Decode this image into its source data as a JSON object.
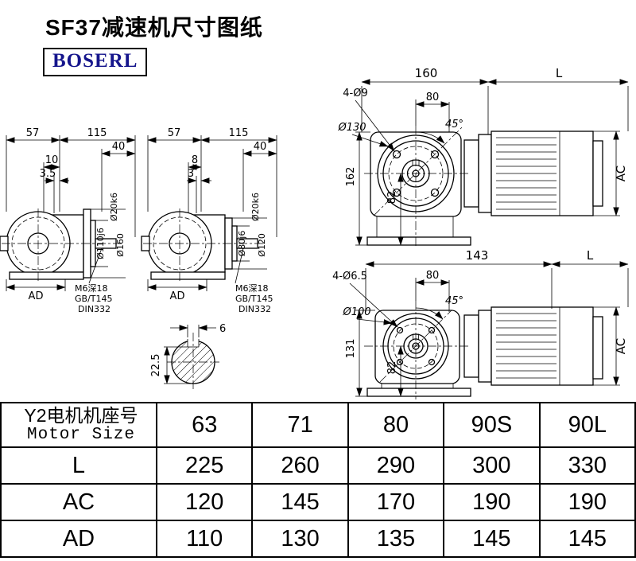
{
  "page": {
    "title": "SF37减速机尺寸图纸",
    "brand": "BOSERL"
  },
  "colors": {
    "brand_text": "#15158c",
    "line": "#000000"
  },
  "view_side_large": {
    "dim_57": "57",
    "dim_115": "115",
    "dim_40": "40",
    "dim_10": "10",
    "dim_3_5": "3.5",
    "dia_shaft": "Ø20k6",
    "dia_hub": "Ø110j6",
    "dia_flange": "Ø160",
    "dim_ad": "AD",
    "note_line1": "M6深18",
    "note_line2": "GB/T145",
    "note_line3": "DIN332"
  },
  "view_side_small": {
    "dim_57": "57",
    "dim_115": "115",
    "dim_40": "40",
    "dim_8": "8",
    "dim_3": "3",
    "dia_shaft": "Ø20k6",
    "dia_hub": "Ø80j6",
    "dia_flange": "Ø120",
    "dim_ad": "AD",
    "note_line1": "M6深18",
    "note_line2": "GB/T145",
    "note_line3": "DIN332"
  },
  "shaft_section": {
    "dim_key_width": "6",
    "dim_height": "22.5"
  },
  "view_front_large": {
    "dim_160": "160",
    "dim_l": "L",
    "holes": "4-Ø9",
    "dim_80": "80",
    "angle": "45°",
    "dia_circle": "Ø130",
    "dim_162": "162",
    "dim_82": "82",
    "dim_ac": "AC"
  },
  "view_front_small": {
    "dim_143": "143",
    "dim_l": "L",
    "holes": "4-Ø6.5",
    "dim_80": "80",
    "angle": "45°",
    "dia_circle": "Ø100",
    "dim_131": "131",
    "dim_82": "82",
    "dim_ac": "AC"
  },
  "table": {
    "header_cn": "Y2电机机座号",
    "header_en": "Motor Size",
    "motor_sizes": [
      "63",
      "71",
      "80",
      "90S",
      "90L"
    ],
    "rows": [
      {
        "label": "L",
        "values": [
          "225",
          "260",
          "290",
          "300",
          "330"
        ]
      },
      {
        "label": "AC",
        "values": [
          "120",
          "145",
          "170",
          "190",
          "190"
        ]
      },
      {
        "label": "AD",
        "values": [
          "110",
          "130",
          "135",
          "145",
          "145"
        ]
      }
    ]
  }
}
